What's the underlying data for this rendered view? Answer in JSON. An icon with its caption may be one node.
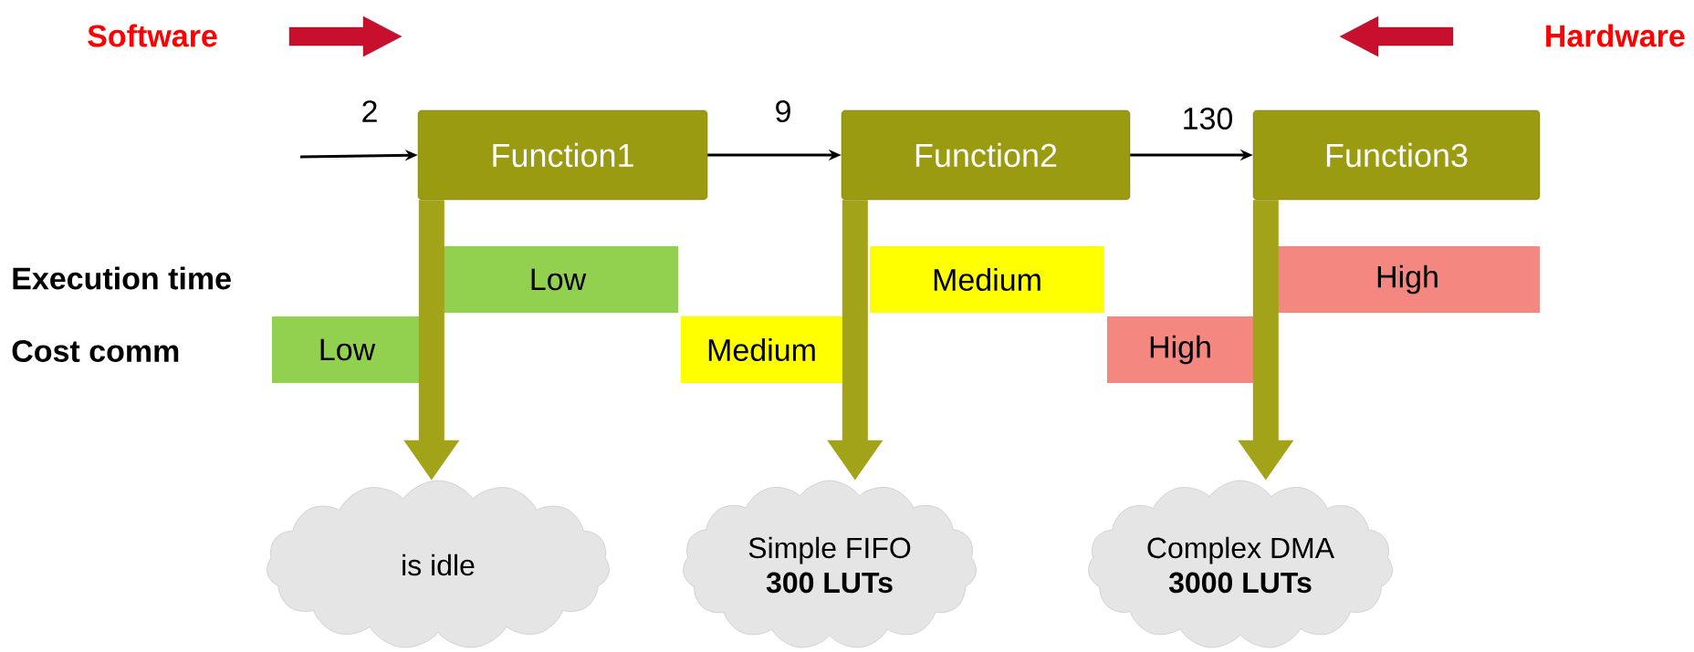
{
  "diagram": {
    "nodes": [
      {
        "text": [
          "Function1"
        ]
      },
      {
        "text": [
          "Function2"
        ]
      },
      {
        "text": [
          "Function3"
        ]
      },
      {
        "text": [
          "Low"
        ]
      },
      {
        "text": [
          "Medium"
        ]
      },
      {
        "text": [
          "High"
        ]
      },
      {
        "text": [
          "Low"
        ]
      },
      {
        "text": [
          "Medium"
        ]
      },
      {
        "text": [
          "High"
        ]
      },
      {
        "text": [
          "is idle"
        ]
      },
      {
        "text": [
          "Simple FIFO",
          "300 LUTs"
        ]
      },
      {
        "text": [
          "Complex DMA",
          "3000 LUTs"
        ]
      }
    ],
    "edges": [
      {
        "from": null,
        "to": 0,
        "arrow": "to",
        "label": "2"
      },
      {
        "from": 0,
        "to": 1,
        "arrow": "to",
        "label": "9"
      },
      {
        "from": 1,
        "to": 2,
        "arrow": "to",
        "label": "130"
      },
      {
        "from": 0,
        "to": 9,
        "arrow": "to",
        "style": "thick",
        "color": "#a3a31a"
      },
      {
        "from": 1,
        "to": 10,
        "arrow": "to",
        "style": "thick",
        "color": "#a3a31a"
      },
      {
        "from": 2,
        "to": 11,
        "arrow": "to",
        "style": "thick",
        "color": "#a3a31a"
      }
    ],
    "labels": [
      "Software",
      "Hardware",
      "Execution time",
      "Cost comm"
    ]
  }
}
